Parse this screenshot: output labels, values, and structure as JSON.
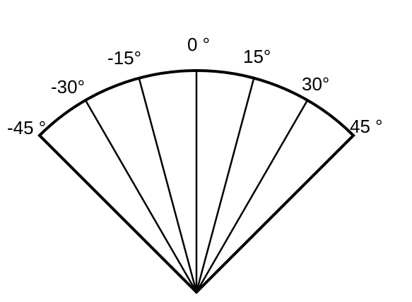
{
  "diagram": {
    "colors": {
      "stroke": "#000000",
      "background": "#ffffff"
    },
    "angles": [
      {
        "degrees": -45,
        "label": "-45 °"
      },
      {
        "degrees": -30,
        "label": "-30°"
      },
      {
        "degrees": -15,
        "label": "-15°"
      },
      {
        "degrees": 0,
        "label": "0 °"
      },
      {
        "degrees": 15,
        "label": "15°"
      },
      {
        "degrees": 30,
        "label": "30°"
      },
      {
        "degrees": 45,
        "label": "45 °"
      }
    ]
  }
}
